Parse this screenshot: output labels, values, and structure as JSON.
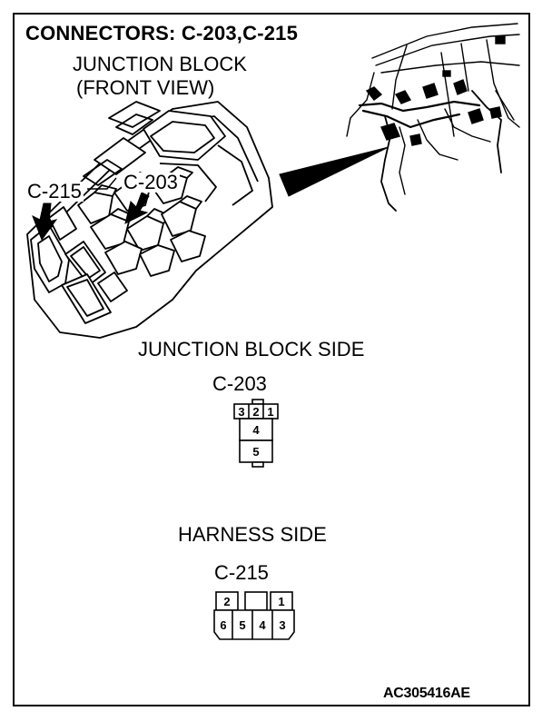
{
  "header": {
    "title": "CONNECTORS: C-203,C-215"
  },
  "junction_block": {
    "title": "JUNCTION BLOCK",
    "subtitle": "(FRONT VIEW)",
    "callout_c215": "C-215",
    "callout_c203": "C-203"
  },
  "junction_block_side": {
    "label": "JUNCTION BLOCK SIDE",
    "connector_name": "C-203",
    "pins_top": [
      "3",
      "2",
      "1"
    ],
    "pins_middle": [
      "4"
    ],
    "pins_bottom": [
      "5"
    ]
  },
  "harness_side": {
    "label": "HARNESS SIDE",
    "connector_name": "C-215",
    "pins_top": [
      "2",
      "",
      "1"
    ],
    "pins_bottom": [
      "6",
      "5",
      "4",
      "3"
    ]
  },
  "footer": {
    "code": "AC305416AE"
  }
}
